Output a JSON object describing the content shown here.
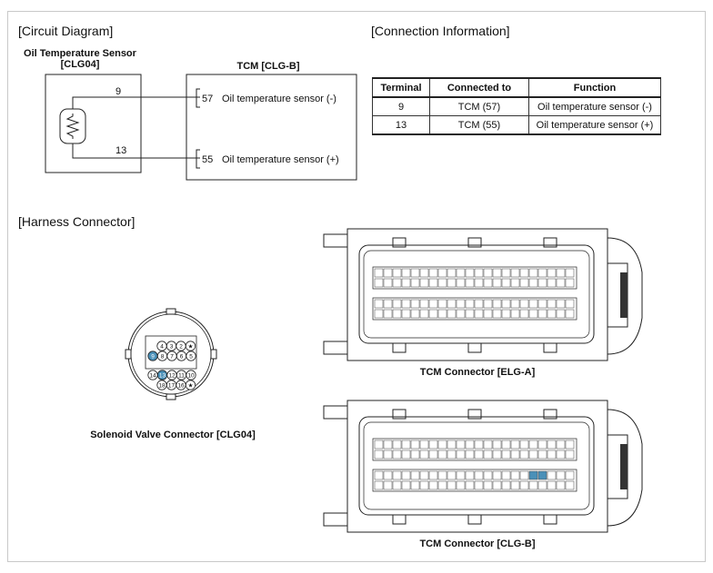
{
  "circuit": {
    "section_title": "[Circuit Diagram]",
    "sensor_label_line1": "Oil Temperature Sensor",
    "sensor_label_line2": "[CLG04]",
    "tcm_label": "TCM [CLG-B]",
    "wire_top_num": "9",
    "wire_bottom_num": "13",
    "pin_top": "57",
    "pin_top_desc": "Oil temperature sensor (-)",
    "pin_bottom": "55",
    "pin_bottom_desc": "Oil temperature sensor (+)"
  },
  "connection": {
    "section_title": "[Connection Information]",
    "headers": [
      "Terminal",
      "Connected to",
      "Function"
    ],
    "rows": [
      [
        "9",
        "TCM (57)",
        "Oil temperature sensor (-)"
      ],
      [
        "13",
        "TCM (55)",
        "Oil temperature sensor (+)"
      ]
    ]
  },
  "harness": {
    "section_title": "[Harness Connector]",
    "solenoid_caption": "Solenoid Valve Connector [CLG04]",
    "solenoid_top_row": [
      "4",
      "3",
      "2",
      "★"
    ],
    "solenoid_row2": [
      "9",
      "8",
      "7",
      "6",
      "5"
    ],
    "solenoid_row3": [
      "14",
      "13",
      "12",
      "11",
      "10"
    ],
    "solenoid_row4": [
      "18",
      "17",
      "16",
      "★"
    ],
    "tcm_a_caption": "TCM Connector [ELG-A]",
    "tcm_b_caption": "TCM Connector [CLG-B]",
    "highlight_color": "#4a90b8"
  }
}
